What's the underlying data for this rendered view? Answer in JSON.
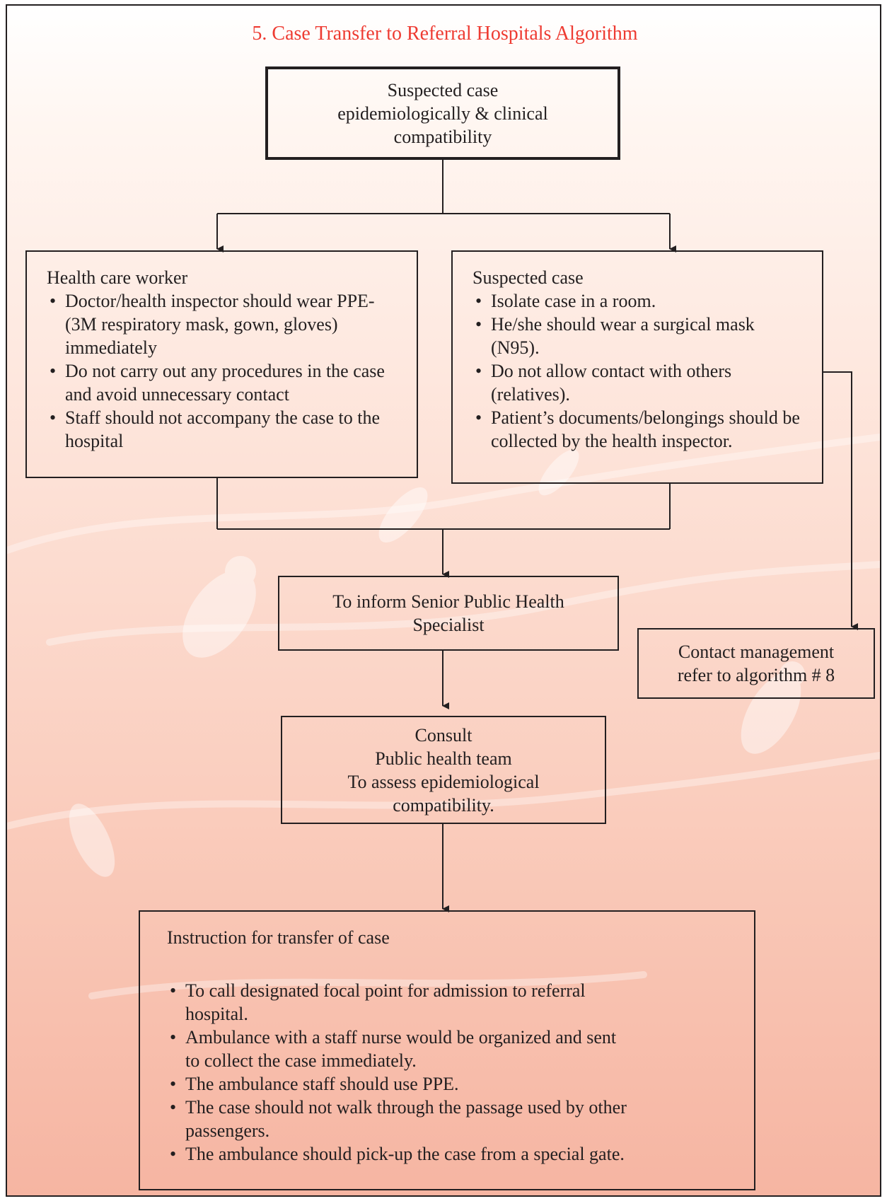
{
  "title": "5. Case Transfer to Referral Hospitals Algorithm",
  "top_box": {
    "line1": "Suspected case",
    "line2": "epidemiologically & clinical",
    "line3": "compatibility"
  },
  "hcw_box": {
    "heading": "Health care worker",
    "items": [
      "Doctor/health inspector should wear PPE-(3M respiratory mask, gown, gloves) immediately",
      "Do not carry out any procedures in the case and avoid unnecessary contact",
      "Staff should not accompany the case to the hospital"
    ]
  },
  "suspected_box": {
    "heading": "Suspected case",
    "items": [
      "Isolate case in a room.",
      "He/she should wear a surgical mask (N95).",
      "Do not allow contact with others (relatives).",
      "Patient’s documents/belongings should be collected by the health inspector."
    ]
  },
  "inform_box": {
    "line1": "To inform Senior Public Health",
    "line2": "Specialist"
  },
  "contact_box": {
    "line1": "Contact management",
    "line2": "refer to algorithm # 8"
  },
  "consult_box": {
    "line1": "Consult",
    "line2": "Public health team",
    "line3": "To assess epidemiological",
    "line4": "compatibility."
  },
  "transfer_box": {
    "heading": "Instruction for transfer of case",
    "items": [
      "To call designated focal point for admission to referral hospital.",
      "Ambulance with a staff nurse would be organized and sent to collect the case immediately.",
      "The ambulance staff should use PPE.",
      "The case should not walk through the passage used by other passengers.",
      "The ambulance should pick-up the case from a special gate."
    ]
  },
  "colors": {
    "title": "#ee3b32",
    "line": "#231f20",
    "background": "#fbd3c4"
  }
}
